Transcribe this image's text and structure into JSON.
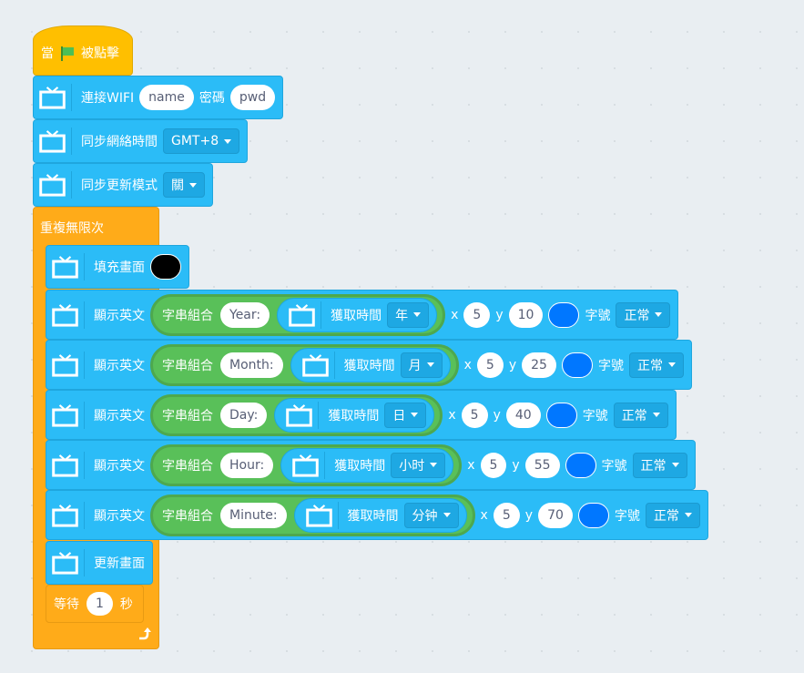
{
  "hat": {
    "prefix": "當",
    "suffix": "被點擊"
  },
  "wifi": {
    "label": "連接WIFI",
    "ssid": "name",
    "pwd_label": "密碼",
    "pwd": "pwd"
  },
  "sync": {
    "label": "同步網絡時間",
    "tz": "GMT+8"
  },
  "syncmode": {
    "label": "同步更新模式",
    "value": "關"
  },
  "forever": {
    "label": "重複無限次"
  },
  "fill": {
    "label": "填充畫面",
    "color": "#000000"
  },
  "rows": [
    {
      "label": "顯示英文",
      "join": "字串組合",
      "text": "Year:",
      "get": "獲取時間",
      "unit": "年",
      "x_label": "x",
      "x": "5",
      "y_label": "y",
      "y": "10",
      "color": "#0077ff",
      "font_label": "字號",
      "font": "正常"
    },
    {
      "label": "顯示英文",
      "join": "字串組合",
      "text": "Month:",
      "get": "獲取時間",
      "unit": "月",
      "x_label": "x",
      "x": "5",
      "y_label": "y",
      "y": "25",
      "color": "#0077ff",
      "font_label": "字號",
      "font": "正常"
    },
    {
      "label": "顯示英文",
      "join": "字串組合",
      "text": "Day:",
      "get": "獲取時間",
      "unit": "日",
      "x_label": "x",
      "x": "5",
      "y_label": "y",
      "y": "40",
      "color": "#0077ff",
      "font_label": "字號",
      "font": "正常"
    },
    {
      "label": "顯示英文",
      "join": "字串組合",
      "text": "Hour:",
      "get": "獲取時間",
      "unit": "小时",
      "x_label": "x",
      "x": "5",
      "y_label": "y",
      "y": "55",
      "color": "#0077ff",
      "font_label": "字號",
      "font": "正常"
    },
    {
      "label": "顯示英文",
      "join": "字串組合",
      "text": "Minute:",
      "get": "獲取時間",
      "unit": "分钟",
      "x_label": "x",
      "x": "5",
      "y_label": "y",
      "y": "70",
      "color": "#0077ff",
      "font_label": "字號",
      "font": "正常"
    }
  ],
  "update": {
    "label": "更新畫面"
  },
  "wait": {
    "prefix": "等待",
    "value": "1",
    "suffix": "秒"
  }
}
